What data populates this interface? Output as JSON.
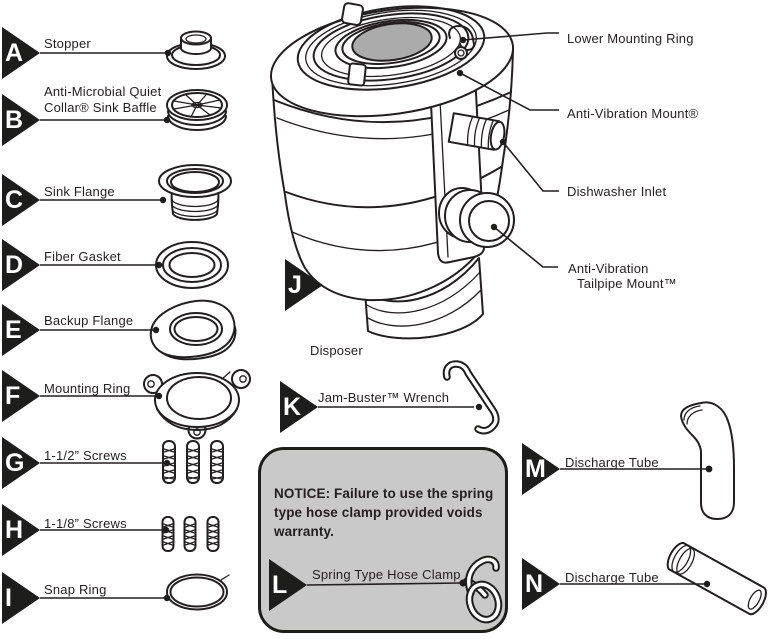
{
  "colors": {
    "line": "#231f20",
    "part_gray": "#ababab",
    "notice_bg": "#c9c9c9"
  },
  "left_items": [
    {
      "letter": "A",
      "label": "Stopper"
    },
    {
      "letter": "B",
      "label": "Anti-Microbial Quiet Collar® Sink Baffle"
    },
    {
      "letter": "C",
      "label": "Sink Flange"
    },
    {
      "letter": "D",
      "label": "Fiber Gasket"
    },
    {
      "letter": "E",
      "label": "Backup Flange"
    },
    {
      "letter": "F",
      "label": "Mounting Ring"
    },
    {
      "letter": "G",
      "label": "1-1/2” Screws"
    },
    {
      "letter": "H",
      "label": "1-1/8” Screws"
    },
    {
      "letter": "I",
      "label": "Snap Ring"
    }
  ],
  "center_items": {
    "disposer": {
      "letter": "J",
      "label": "Disposer"
    },
    "wrench": {
      "letter": "K",
      "label": "Jam-Buster™ Wrench"
    },
    "hose_clamp": {
      "letter": "L",
      "label": "Spring Type Hose Clamp"
    },
    "notice": "NOTICE: Failure to use the spring type hose clamp provided voids warranty."
  },
  "right_items": {
    "discharge_tube_elbow": {
      "letter": "M",
      "label": "Discharge Tube"
    },
    "discharge_tube_straight": {
      "letter": "N",
      "label": "Discharge Tube"
    }
  },
  "callouts": {
    "lower_mounting_ring": "Lower Mounting Ring",
    "anti_vibration_mount": "Anti-Vibration Mount®",
    "dishwasher_inlet": "Dishwasher Inlet",
    "anti_vibration_tailpipe_line1": "Anti-Vibration",
    "anti_vibration_tailpipe_line2": "Tailpipe Mount™"
  }
}
